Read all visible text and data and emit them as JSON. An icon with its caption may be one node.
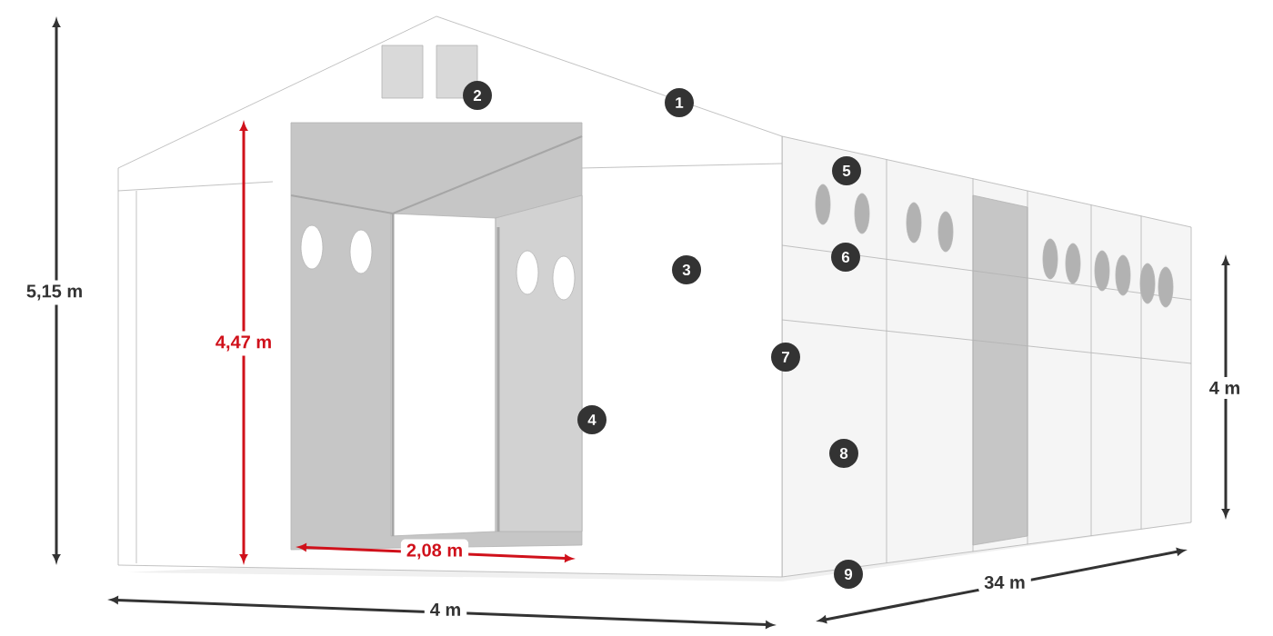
{
  "diagram": {
    "labels": [
      "2",
      "1",
      "5",
      "6",
      "3",
      "5,15 m",
      "4,47 m",
      "7",
      "4 m",
      "4",
      "8",
      "2,08 m",
      "9",
      "34 m",
      "4 m"
    ]
  }
}
